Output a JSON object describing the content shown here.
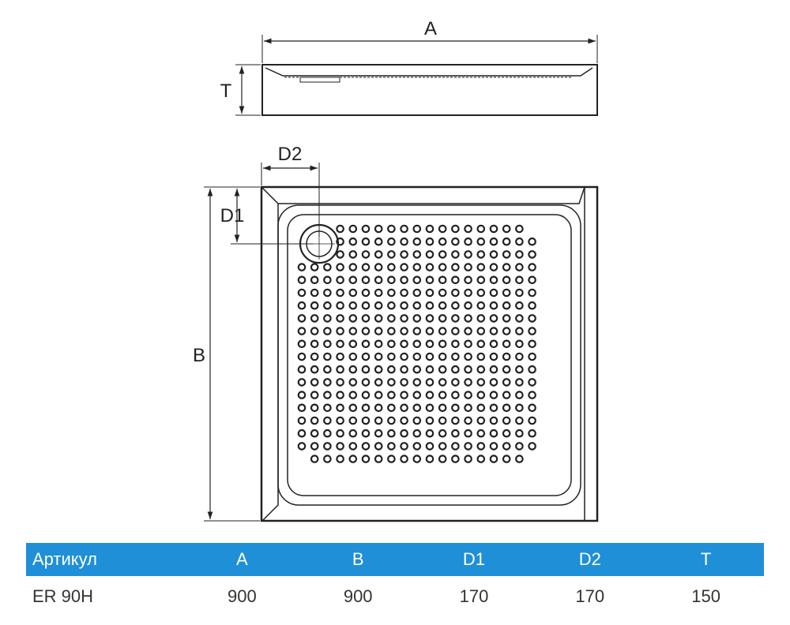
{
  "drawing": {
    "labels": {
      "A": "A",
      "T": "T",
      "D2": "D2",
      "D1": "D1",
      "B": "B"
    },
    "dot_grid": {
      "rows": 19,
      "cols": 19,
      "drain_corner": "top-left"
    },
    "colors": {
      "stroke": "#222222",
      "dots": "#222222"
    }
  },
  "table": {
    "header_color": "#1f8fd8",
    "headers": [
      "Артикул",
      "A",
      "B",
      "D1",
      "D2",
      "T"
    ],
    "rows": [
      [
        "ER 90H",
        "900",
        "900",
        "170",
        "170",
        "150"
      ]
    ]
  }
}
